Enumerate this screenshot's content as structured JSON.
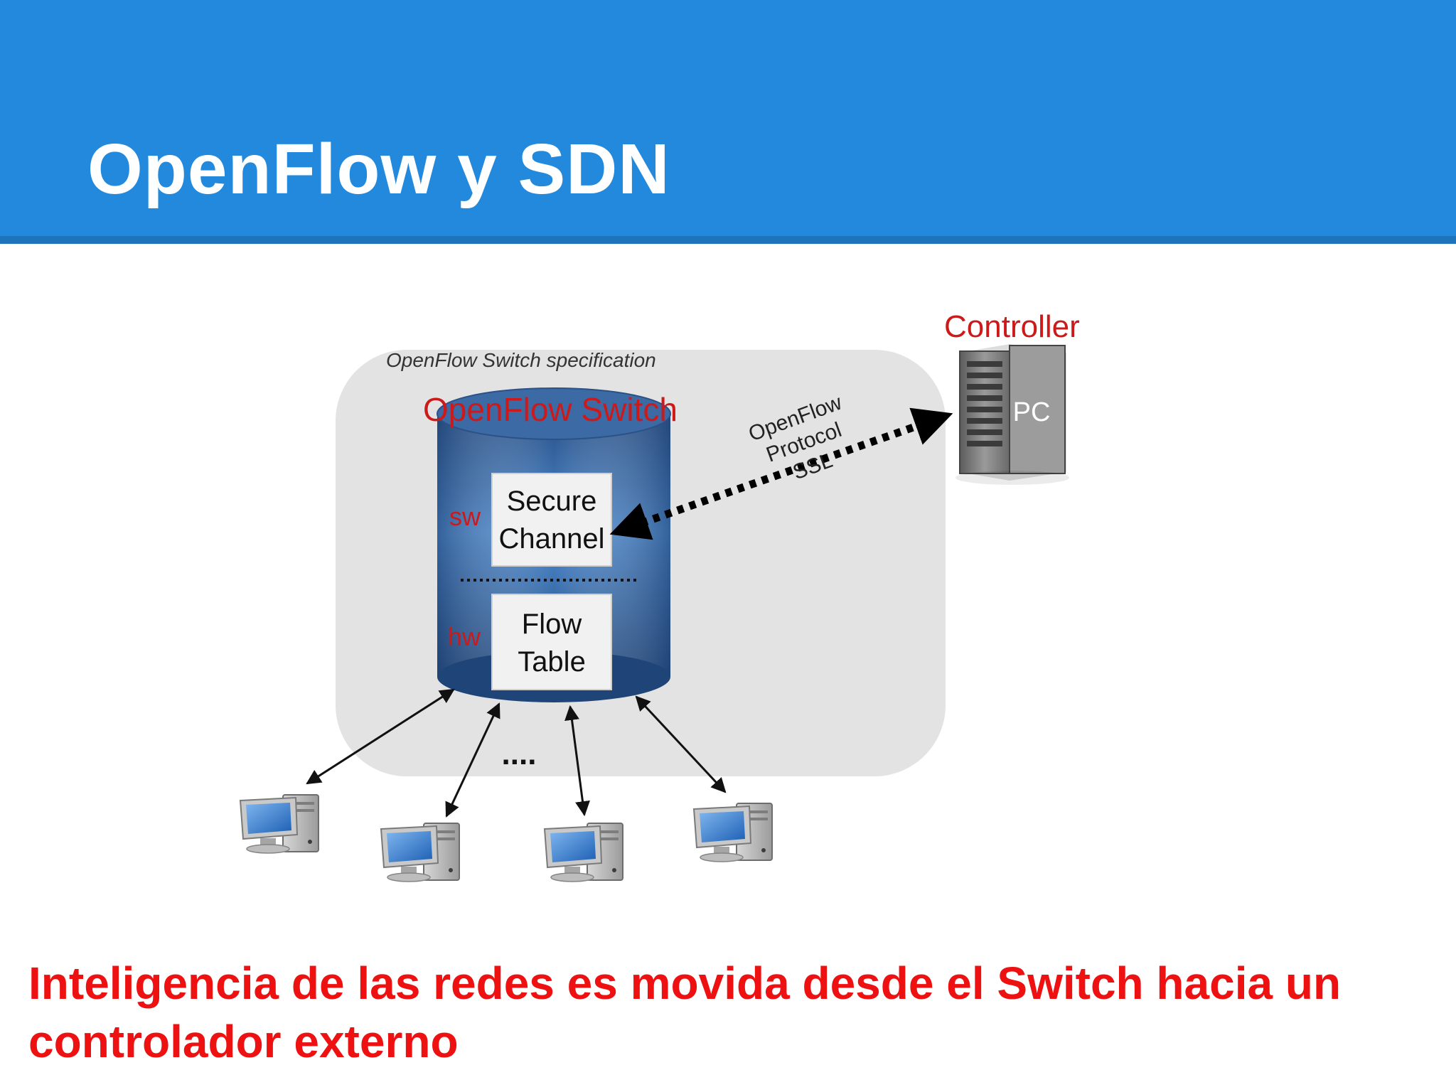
{
  "slide": {
    "title": "OpenFlow y SDN",
    "caption": "Inteligencia de las redes es movida desde el Switch hacia un controlador externo"
  },
  "diagram": {
    "spec_label": "OpenFlow Switch specification",
    "switch_label": "OpenFlow Switch",
    "sw_label": "sw",
    "hw_label": "hw",
    "secure_channel": [
      "Secure",
      "Channel"
    ],
    "flow_table": [
      "Flow",
      "Table"
    ],
    "controller_label": "Controller",
    "pc_label": "PC",
    "protocol_lines": [
      "OpenFlow",
      "Protocol",
      "SSL"
    ],
    "ellipsis": "....",
    "hosts": [
      "computer-icon",
      "computer-icon",
      "computer-icon",
      "computer-icon"
    ]
  },
  "colors": {
    "header_blue": "#2389dc",
    "header_rule": "#1d74bb",
    "accent_red": "#ee1111",
    "label_red": "#cc1a1a",
    "cylinder_blue": "#3a78bc",
    "spec_box": "#e3e3e3"
  }
}
